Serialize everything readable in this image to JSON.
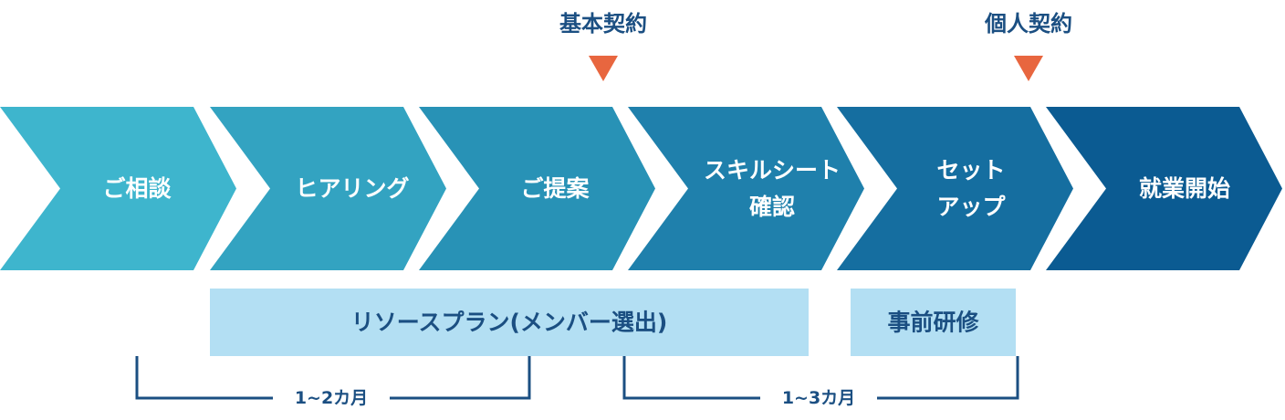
{
  "steps": [
    {
      "lines": [
        "ご相談"
      ],
      "color": "#3eb5cd"
    },
    {
      "lines": [
        "ヒアリング"
      ],
      "color": "#33a3c1"
    },
    {
      "lines": [
        "ご提案"
      ],
      "color": "#2892b6"
    },
    {
      "lines": [
        "スキルシート",
        "確認"
      ],
      "color": "#1f80ac"
    },
    {
      "lines": [
        "セット",
        "アップ"
      ],
      "color": "#156ea0"
    },
    {
      "lines": [
        "就業開始"
      ],
      "color": "#0b5b92"
    }
  ],
  "milestones": [
    {
      "label": "基本契約",
      "marker_color": "#e8663f"
    },
    {
      "label": "個人契約",
      "marker_color": "#e8663f"
    }
  ],
  "bands": [
    {
      "label": "リソースプラン(メンバー選出)",
      "color": "#b3dff3"
    },
    {
      "label": "事前研修",
      "color": "#b3dff3"
    }
  ],
  "durations": [
    {
      "label": "1~2カ月"
    },
    {
      "label": "1~3カ月"
    }
  ],
  "colors": {
    "text_dark": "#1b4f82",
    "bracket": "#1b4f82"
  }
}
